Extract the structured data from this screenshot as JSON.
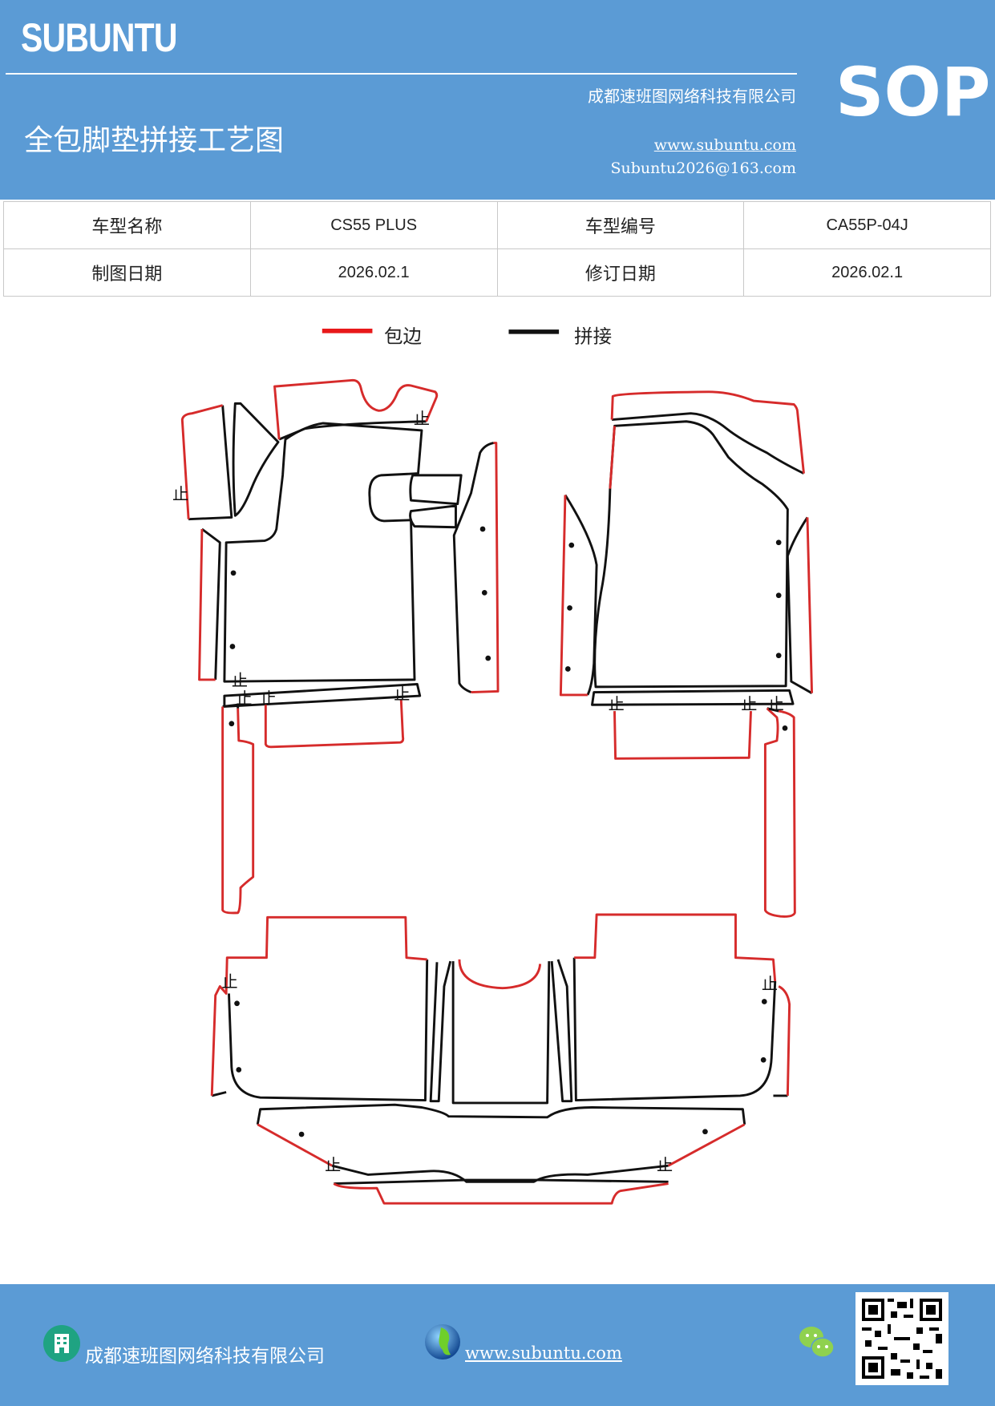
{
  "header": {
    "brand": "SUBUNTU",
    "company": "成都速班图网络科技有限公司",
    "doc_type": "SOP",
    "title": "全包脚垫拼接工艺图",
    "website": "www.subuntu.com",
    "email": "Subuntu2026@163.com"
  },
  "info_table": {
    "model_name_label": "车型名称",
    "model_name": "CS55 PLUS",
    "model_code_label": "车型编号",
    "model_code": "CA55P-04J",
    "draw_date_label": "制图日期",
    "draw_date": "2026.02.1",
    "revise_date_label": "修订日期",
    "revise_date": "2026.02.1"
  },
  "legend": {
    "edge_label": "包边",
    "edge_color": "#e8191a",
    "seam_label": "拼接",
    "seam_color": "#111111"
  },
  "drawing": {
    "stop_mark": "止"
  },
  "footer": {
    "company": "成都速班图网络科技有限公司",
    "website": "www.subuntu.com",
    "icons": [
      "building-icon",
      "globe-icon",
      "wechat-icon",
      "qr-code"
    ]
  }
}
